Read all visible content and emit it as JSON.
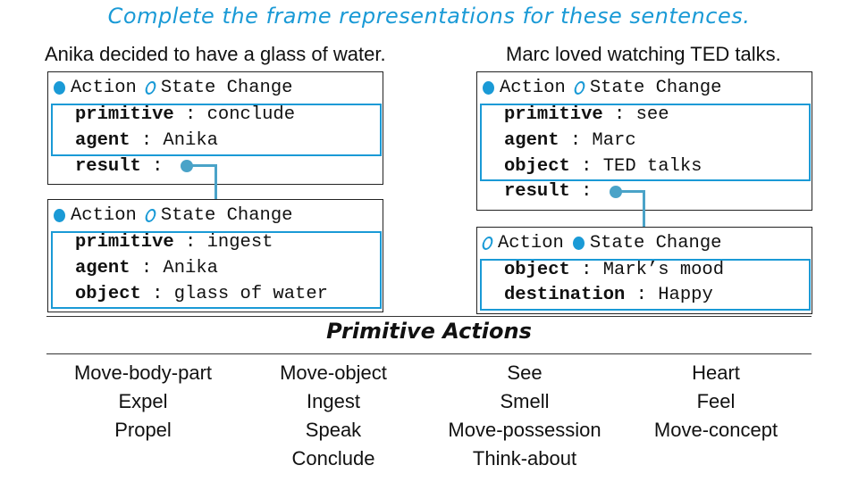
{
  "title": "Complete the frame representations for these sentences.",
  "left": {
    "sentence": "Anika decided to have a glass of water.",
    "frame1": {
      "type_action": "Action",
      "type_state": "State Change",
      "rows": [
        {
          "key": "primitive",
          "value": "conclude"
        },
        {
          "key": "agent",
          "value": "Anika"
        },
        {
          "key": "result",
          "value": ""
        }
      ]
    },
    "frame2": {
      "type_action": "Action",
      "type_state": "State Change",
      "rows": [
        {
          "key": "primitive",
          "value": "ingest"
        },
        {
          "key": "agent",
          "value": "Anika"
        },
        {
          "key": "object",
          "value": "glass of water"
        }
      ]
    }
  },
  "right": {
    "sentence": "Marc loved watching TED talks.",
    "frame1": {
      "type_action": "Action",
      "type_state": "State Change",
      "rows": [
        {
          "key": "primitive",
          "value": "see"
        },
        {
          "key": "agent",
          "value": "Marc"
        },
        {
          "key": "object",
          "value": "TED talks"
        },
        {
          "key": "result",
          "value": ""
        }
      ]
    },
    "frame2": {
      "type_action": "Action",
      "type_state": "State Change",
      "rows": [
        {
          "key": "object",
          "value": "Mark’s mood"
        },
        {
          "key": "destination",
          "value": "Happy"
        }
      ]
    }
  },
  "primitives": {
    "heading": "Primitive Actions",
    "columns": [
      [
        "Move-body-part",
        "Expel",
        "Propel"
      ],
      [
        "Move-object",
        "Ingest",
        "Speak",
        "Conclude"
      ],
      [
        "See",
        "Smell",
        "Move-possession",
        "Think-about"
      ],
      [
        "Heart",
        "Feel",
        "Move-concept"
      ]
    ]
  }
}
